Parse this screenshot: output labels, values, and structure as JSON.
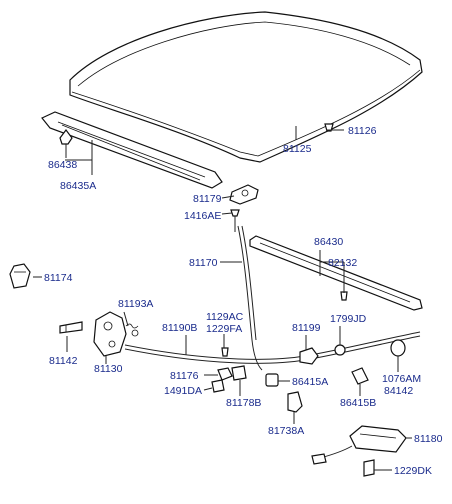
{
  "labels": {
    "p81125": "81125",
    "p81126": "81126",
    "p86438": "86438",
    "p86435A": "86435A",
    "p81179": "81179",
    "p1416AE": "1416AE",
    "p86430": "86430",
    "p82132": "82132",
    "p81170": "81170",
    "p81174": "81174",
    "p81193A": "81193A",
    "p1129AC": "1129AC",
    "p1229FA": "1229FA",
    "p81190B": "81190B",
    "p81199": "81199",
    "p1799JD": "1799JD",
    "p81142": "81142",
    "p81130": "81130",
    "p81176": "81176",
    "p86415A": "86415A",
    "p1491DA": "1491DA",
    "p81178B": "81178B",
    "p86415B": "86415B",
    "p1076AM": "1076AM",
    "p84142": "84142",
    "p81738A": "81738A",
    "p81180": "81180",
    "p1229DK": "1229DK"
  }
}
